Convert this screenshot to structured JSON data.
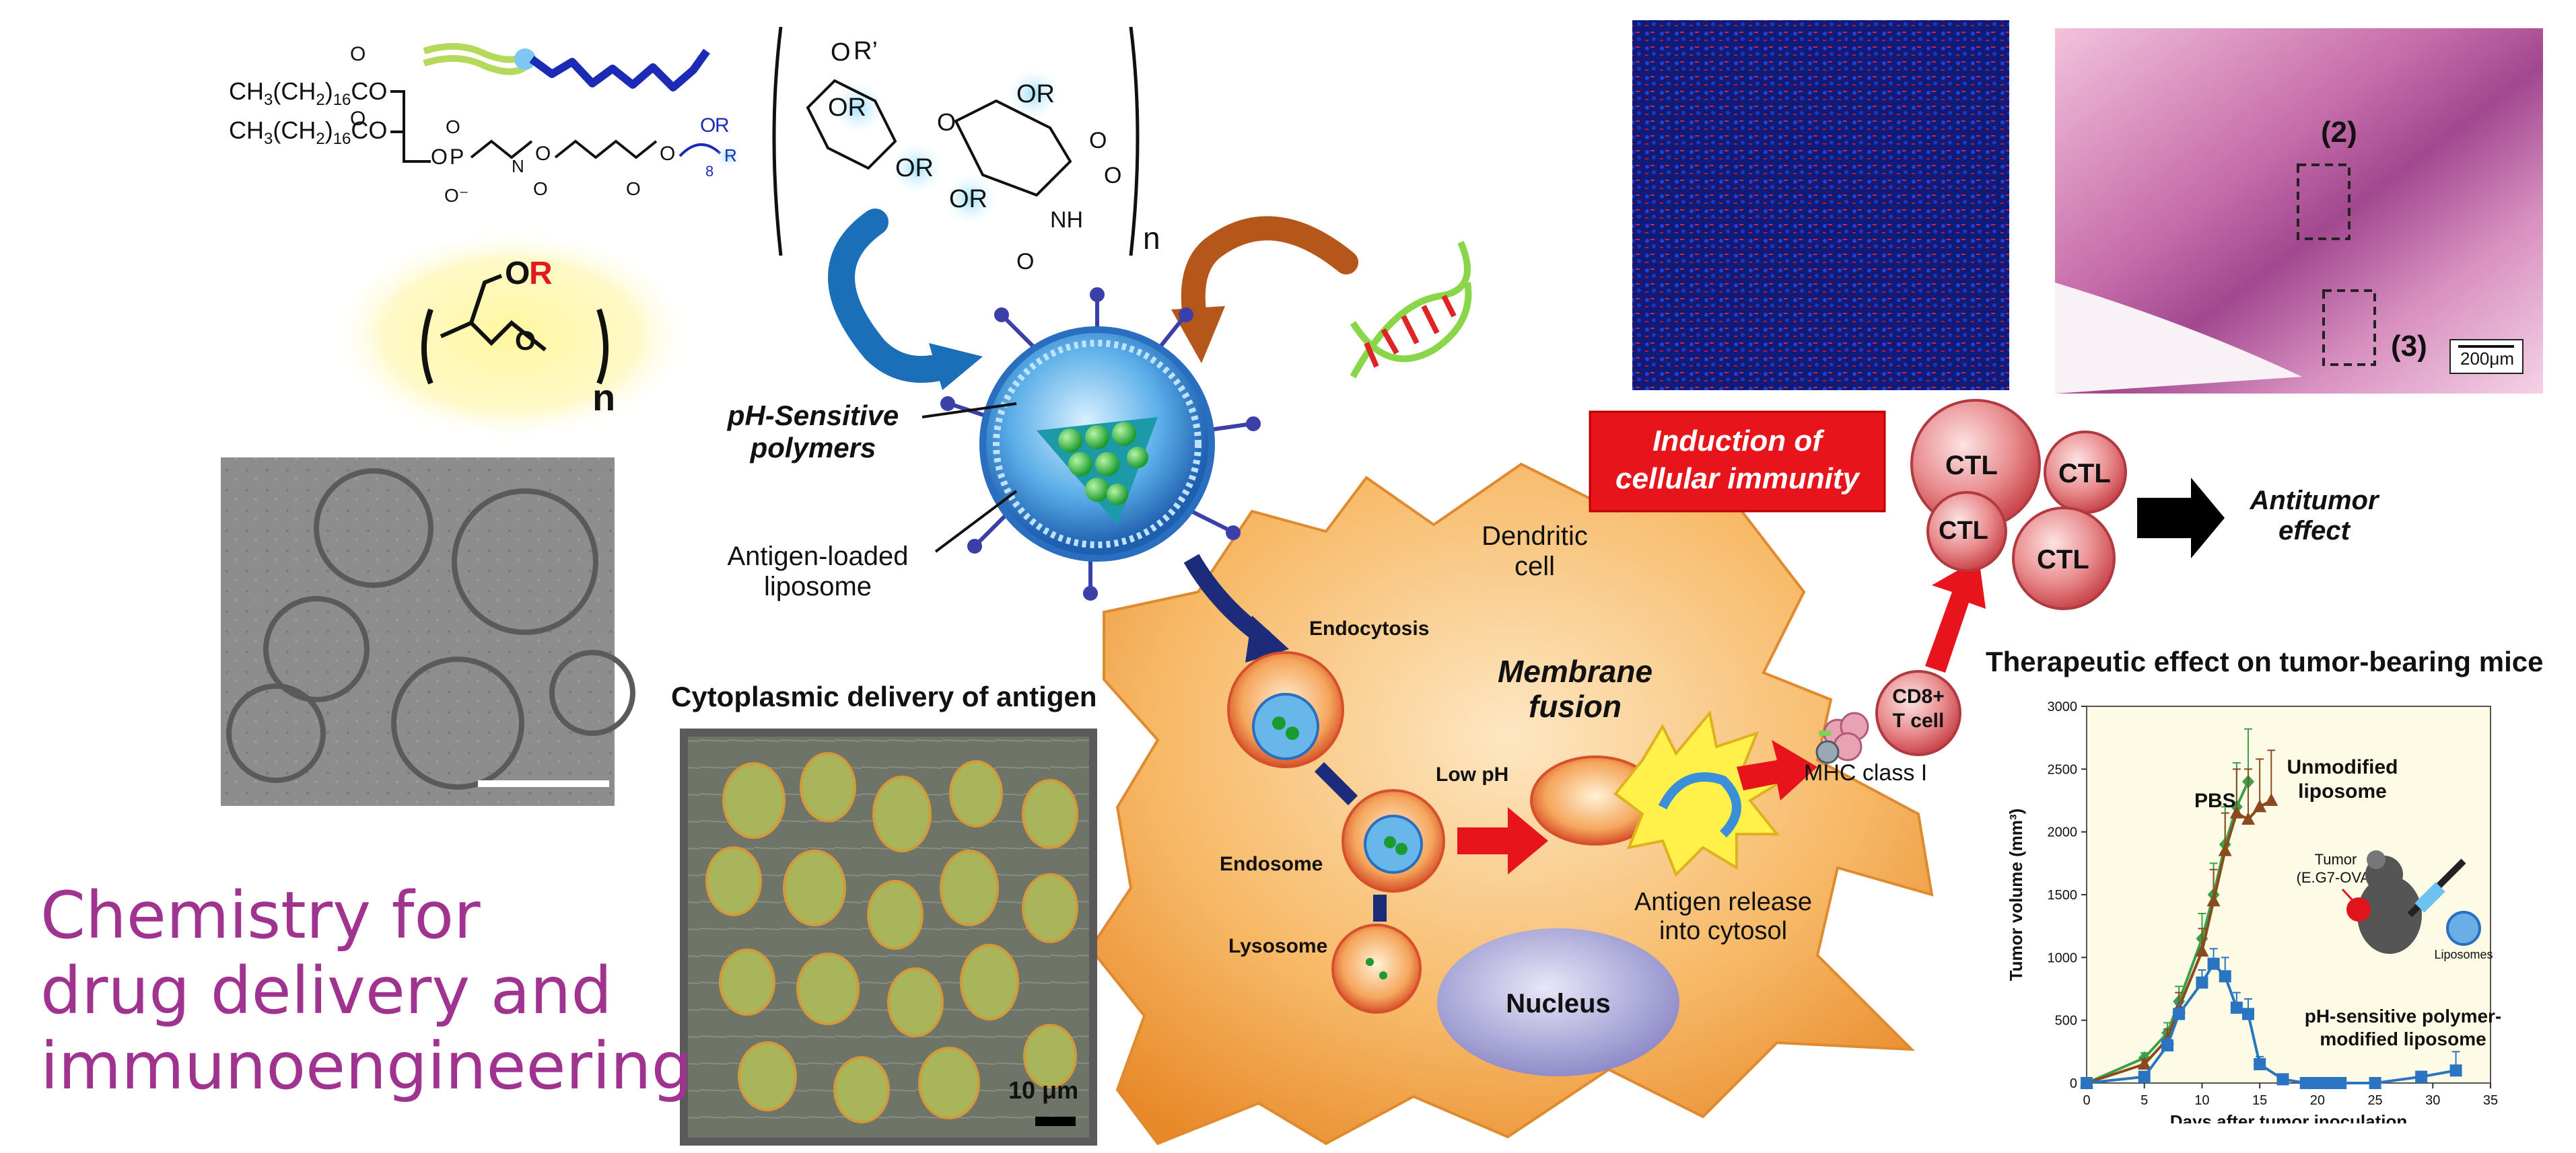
{
  "chemistry": {
    "lipid_chain_1": "CH3(CH2)16CO",
    "lipid_chain_2": "CH3(CH2)16CO",
    "n_label": "n",
    "r_label": "R",
    "or_label": "OR",
    "r_prime": "R’",
    "subscript_8": "8"
  },
  "labels": {
    "ph_sensitive_line1": "pH-Sensitive",
    "ph_sensitive_line2": "polymers",
    "antigen_loaded_line1": "Antigen-loaded",
    "antigen_loaded_line2": "liposome",
    "dendritic_line1": "Dendritic",
    "dendritic_line2": "cell",
    "endocytosis": "Endocytosis",
    "endosome": "Endosome",
    "lysosome": "Lysosome",
    "low_ph": "Low pH",
    "membrane_line1": "Membrane",
    "membrane_line2": "fusion",
    "antigen_release_line1": "Antigen release",
    "antigen_release_line2": "into cytosol",
    "nucleus": "Nucleus",
    "mhc": "MHC class I",
    "cd8_line1": "CD8+",
    "cd8_line2": "T cell",
    "induction_line1": "Induction of",
    "induction_line2": "cellular immunity",
    "ctl": "CTL",
    "antitumor_line1": "Antitumor",
    "antitumor_line2": "effect",
    "cytoplasmic_title": "Cytoplasmic delivery of antigen",
    "scale_10um": "10 μm",
    "histo_label_2": "(2)",
    "histo_label_3": "(3)",
    "histo_scale": "200μm",
    "headline_line1": "Chemistry for",
    "headline_line2": "drug delivery and",
    "headline_line3": "immunoengineering"
  },
  "colors": {
    "headline": "#a0338f",
    "induction_bg": "#e8141c",
    "cell_fill": "#f5b45a",
    "ctl_fill": "#d9474c",
    "arrow_blue": "#1b6fb8",
    "arrow_brown": "#b5561b",
    "chart_bg": "#fdfbe6"
  },
  "chart_data": {
    "type": "line",
    "title": "Therapeutic effect on tumor-bearing mice",
    "xlabel": "Days after tumor inoculation",
    "ylabel": "Tumor volume (mm³)",
    "xlim": [
      0,
      35
    ],
    "ylim": [
      0,
      3000
    ],
    "xticks": [
      "0",
      "5",
      "10",
      "15",
      "20",
      "25",
      "30",
      "35"
    ],
    "yticks": [
      "0",
      "500",
      "1000",
      "1500",
      "2000",
      "2500",
      "3000"
    ],
    "series": [
      {
        "name": "PBS",
        "color": "#3aa14a",
        "marker": "diamond",
        "x": [
          0,
          5,
          7,
          8,
          10,
          11,
          12,
          13,
          14
        ],
        "y": [
          0,
          200,
          400,
          650,
          1150,
          1500,
          1900,
          2200,
          2400
        ],
        "err": [
          0,
          40,
          80,
          120,
          200,
          250,
          300,
          350,
          420
        ]
      },
      {
        "name": "Unmodified liposome",
        "color": "#8b4a1e",
        "marker": "triangle",
        "x": [
          0,
          5,
          7,
          8,
          10,
          11,
          12,
          13,
          14,
          15,
          16
        ],
        "y": [
          0,
          150,
          350,
          600,
          1050,
          1450,
          1850,
          2150,
          2100,
          2200,
          2250
        ],
        "err": [
          0,
          40,
          80,
          120,
          180,
          250,
          300,
          350,
          400,
          380,
          400
        ]
      },
      {
        "name": "pH-sensitive polymer-modified liposome",
        "color": "#2a74c2",
        "marker": "square",
        "x": [
          0,
          5,
          7,
          8,
          10,
          11,
          12,
          13,
          14,
          15,
          17,
          19,
          20,
          21,
          22,
          25,
          29,
          32
        ],
        "y": [
          0,
          50,
          300,
          550,
          800,
          950,
          850,
          600,
          550,
          150,
          30,
          0,
          0,
          0,
          0,
          0,
          50,
          100
        ],
        "err": [
          0,
          20,
          60,
          80,
          100,
          120,
          150,
          120,
          120,
          60,
          20,
          0,
          0,
          0,
          0,
          0,
          40,
          150
        ]
      }
    ],
    "annotations": {
      "pbs": "PBS",
      "unmodified_line1": "Unmodified",
      "unmodified_line2": "liposome",
      "tumor_line1": "Tumor",
      "tumor_line2": "(E.G7-OVA)",
      "liposomes": "Liposomes",
      "modified_line1": "pH-sensitive polymer-",
      "modified_line2": "modified liposome"
    }
  }
}
